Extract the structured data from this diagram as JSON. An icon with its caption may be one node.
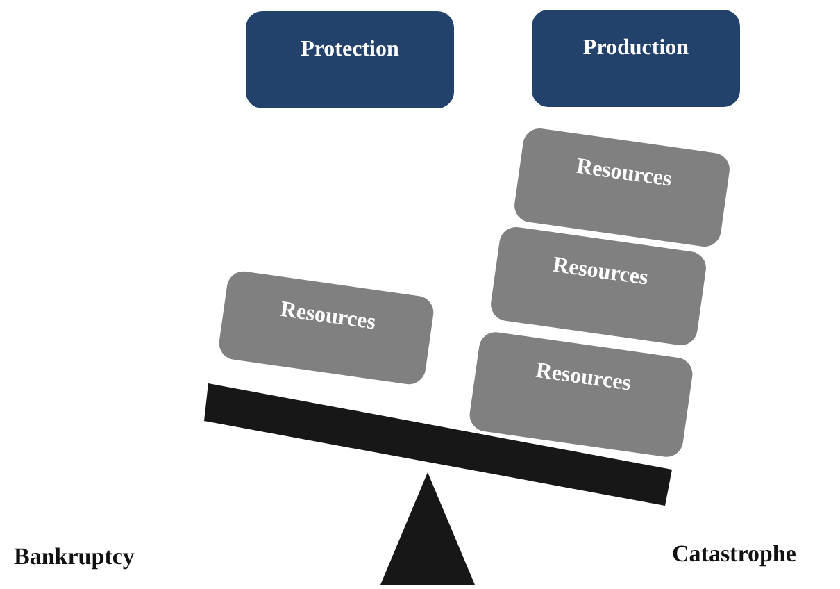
{
  "diagram": {
    "nodes": [
      {
        "text": [
          "Protection"
        ]
      },
      {
        "text": [
          "Production"
        ]
      },
      {
        "text": [
          "Resources"
        ]
      },
      {
        "text": [
          "Resources"
        ]
      },
      {
        "text": [
          "Resources"
        ]
      },
      {
        "text": [
          "Resources"
        ]
      }
    ],
    "labels": [
      "Bankruptcy",
      "Catastrophe"
    ]
  }
}
